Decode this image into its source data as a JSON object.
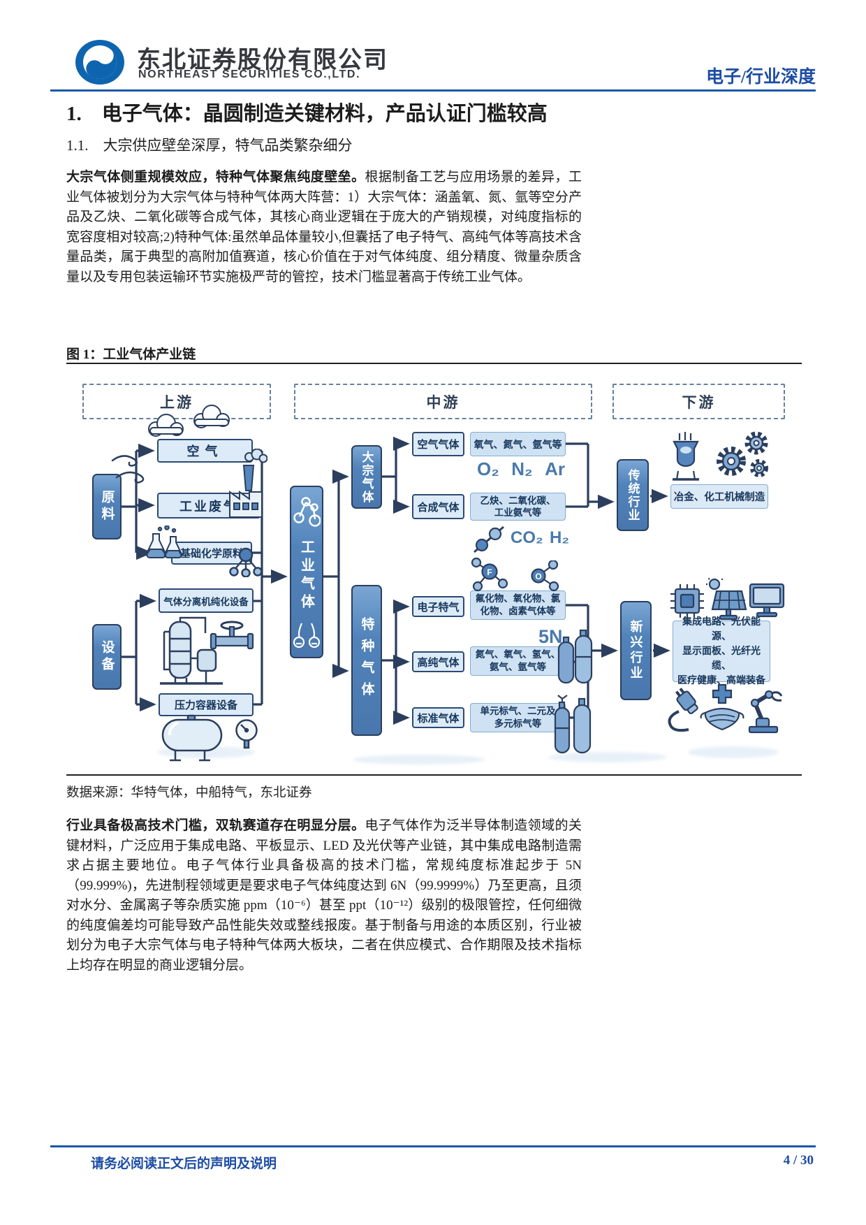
{
  "header": {
    "company_cn": "东北证券股份有限公司",
    "company_en": "NORTHEAST SECURITIES CO.,LTD.",
    "report_tag": "电子/行业深度"
  },
  "headings": {
    "h1": "1.　电子气体：晶圆制造关键材料，产品认证门槛较高",
    "h2": "1.1.　大宗供应壁垒深厚，特气品类繁杂细分"
  },
  "paragraphs": [
    {
      "lead": "大宗气体侧重规模效应，特种气体聚焦纯度壁垒。",
      "text": "根据制备工艺与应用场景的差异，工业气体被划分为大宗气体与特种气体两大阵营：1）大宗气体：涵盖氧、氮、氩等空分产品及乙炔、二氧化碳等合成气体，其核心商业逻辑在于庞大的产销规模，对纯度指标的宽容度相对较高;2)特种气体:虽然单品体量较小,但囊括了电子特气、高纯气体等高技术含量品类，属于典型的高附加值赛道，核心价值在于对气体纯度、组分精度、微量杂质含量以及专用包装运输环节实施极严苛的管控，技术门槛显著高于传统工业气体。"
    },
    {
      "lead": "行业具备极高技术门槛，双轨赛道存在明显分层。",
      "text": "电子气体作为泛半导体制造领域的关键材料，广泛应用于集成电路、平板显示、LED 及光伏等产业链，其中集成电路制造需求占据主要地位。电子气体行业具备极高的技术门槛，常规纯度标准起步于 5N（99.999%)，先进制程领域更是要求电子气体纯度达到 6N（99.9999%）乃至更高，且须对水分、金属离子等杂质实施 ppm（10⁻⁶）甚至 ppt（10⁻¹²）级别的极限管控，任何细微的纯度偏差均可能导致产品性能失效或整线报废。基于制备与用途的本质区别，行业被划分为电子大宗气体与电子特种气体两大板块，二者在供应模式、合作期限及技术指标上均存在明显的商业逻辑分层。"
    }
  ],
  "figure": {
    "caption": "图 1：工业气体产业链",
    "source": "数据来源：华特气体，中船特气，东北证券",
    "columns": {
      "up": "上游",
      "mid": "中游",
      "down": "下游"
    },
    "upstream": {
      "materials": "原料",
      "equipment": "设备",
      "air": "空气",
      "waste_gas": "工业废气",
      "chem_raw": "基础化学原料",
      "separation_equipment": "气体分离机纯化设备",
      "pressure_vessel": "压力容器设备"
    },
    "midstream": {
      "industrial_gas": "工业气体",
      "bulk": "大宗气体",
      "specialty": "特种气体",
      "rows": [
        {
          "label": "空气气体",
          "desc": [
            "氧气、氮气、氩气等"
          ],
          "formulas": [
            "O₂",
            "N₂",
            "Ar"
          ]
        },
        {
          "label": "合成气体",
          "desc": [
            "乙炔、二氧化碳、",
            "工业氨气等"
          ],
          "formulas": [
            "CO₂",
            "H₂"
          ]
        },
        {
          "label": "电子特气",
          "desc": [
            "氟化物、氧化物、氯",
            "化物、卤素气体等"
          ]
        },
        {
          "label": "高纯气体",
          "desc": [
            "氮气、氧气、氢气、",
            "氨气、氩气等"
          ],
          "purity": "5N"
        },
        {
          "label": "标准气体",
          "desc": [
            "单元标气、二元及",
            "多元标气等"
          ]
        }
      ],
      "atoms": {
        "fluorine": "F",
        "oxygen": "O"
      }
    },
    "downstream": {
      "traditional": "传统行业",
      "traditional_desc": "冶金、化工机械制造",
      "emerging": "新兴行业",
      "emerging_desc": [
        "集成电路、光伏能源、",
        "显示面板、光纤光缆、",
        "医疗健康、高端装备"
      ]
    }
  },
  "footer": {
    "disclaimer": "请务必阅读正文后的声明及说明",
    "page": "4 / 30"
  },
  "colors": {
    "header_blue": "#1a57ac",
    "tag_blue": "#1c4ca5",
    "bar_blue": "#4d7db5",
    "line_navy": "#2b3e5e",
    "label_box_fill": "#dcebf7",
    "desc_box_fill": "#cfe2f3",
    "formula_blue": "#4a7aac"
  }
}
